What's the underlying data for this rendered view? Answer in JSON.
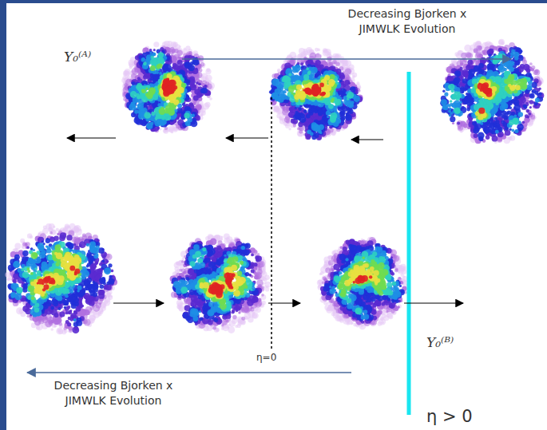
{
  "diagram": {
    "labels": [
      "Decreasing Bjorken x JIMWLK Evolution",
      "Y₀⁽ᴬ⁾",
      "η=0",
      "Y₀⁽ᴮ⁾",
      "η > 0",
      "Decreasing Bjorken x JIMWLK Evolution"
    ]
  }
}
